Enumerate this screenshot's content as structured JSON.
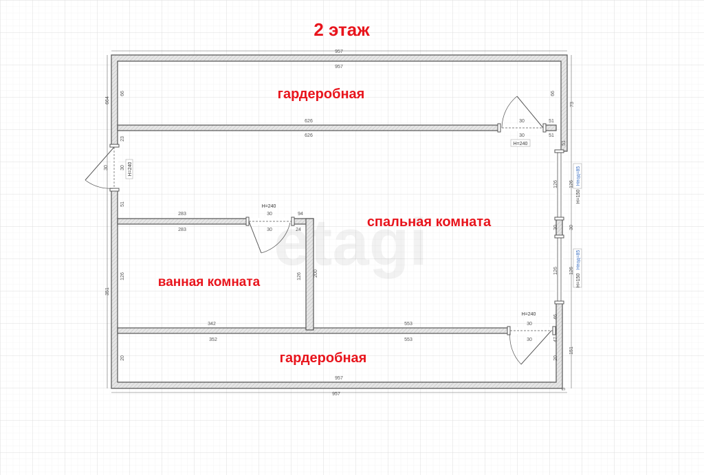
{
  "floor_title": "2 этаж",
  "colors": {
    "title": "#e8141c",
    "room_labels": "#e8141c",
    "wall_fill": "#e6e6e6",
    "wall_stroke": "#555555",
    "grid_minor": "#f1f1f1",
    "grid_major": "#dcdcdc",
    "dimension": "#555555",
    "window_tag": "#3a6fc4"
  },
  "rooms": [
    {
      "id": "top-wardrobe",
      "name": "гардеробная"
    },
    {
      "id": "bedroom",
      "name": "спальная комната"
    },
    {
      "id": "bathroom",
      "name": "ванная комната"
    },
    {
      "id": "bottom-wardrobe",
      "name": "гардеробная"
    }
  ],
  "watermark": "etagi",
  "door_height_labels": {
    "top_door": "H=240",
    "left_door": "H=240",
    "bath_door": "H=240",
    "bottom_door": "H=240"
  },
  "window_tags": {
    "upper_window_h": "H=150",
    "upper_window_sill": "Hпод=85",
    "lower_window_h": "H=150",
    "lower_window_sill": "Hпод=85"
  },
  "dimensions": {
    "outer_top": "957",
    "inner_top": "957",
    "top_wardrobe_left_h": "66",
    "top_wardrobe_right_h": "66",
    "outer_left_top": "664",
    "outer_right_top": "73",
    "partition1_top": "626",
    "partition1_bottom": "626",
    "door1_gap_top": "30",
    "door1_gap_bottom": "30",
    "door1_right_top": "51",
    "door1_right_bottom": "51",
    "right_small": "51",
    "left_upper_small": "23",
    "left_door_gap": "30",
    "left_door_gap_inner": "30",
    "left_lower_small": "51",
    "bath_top_outer": "283",
    "bath_top_inner": "283",
    "bath_door_gap_top": "30",
    "bath_door_gap_bottom": "30",
    "bath_door_right": "94",
    "bath_right_small": "24",
    "bath_left_h": "126",
    "bath_right_h": "126",
    "bath_wall_h": "200",
    "outer_left_bottom": "351",
    "bath_bottom": "342",
    "bedroom_bottom_top": "553",
    "bedroom_bottom_bottom": "553",
    "bottom_left_seg": "352",
    "bottom_door_gap_top": "30",
    "bottom_door_gap_bottom": "30",
    "bottom_right_small_top": "46",
    "bottom_right_small_bottom": "47",
    "right_window_upper_h": "126",
    "right_window_mid": "30",
    "right_window_lower_h": "126",
    "right_outer_bottom": "151",
    "bottom_wardrobe_left_h": "20",
    "bottom_wardrobe_right_h": "20",
    "inner_bottom": "957",
    "outer_bottom": "957",
    "corner_small": "5"
  }
}
